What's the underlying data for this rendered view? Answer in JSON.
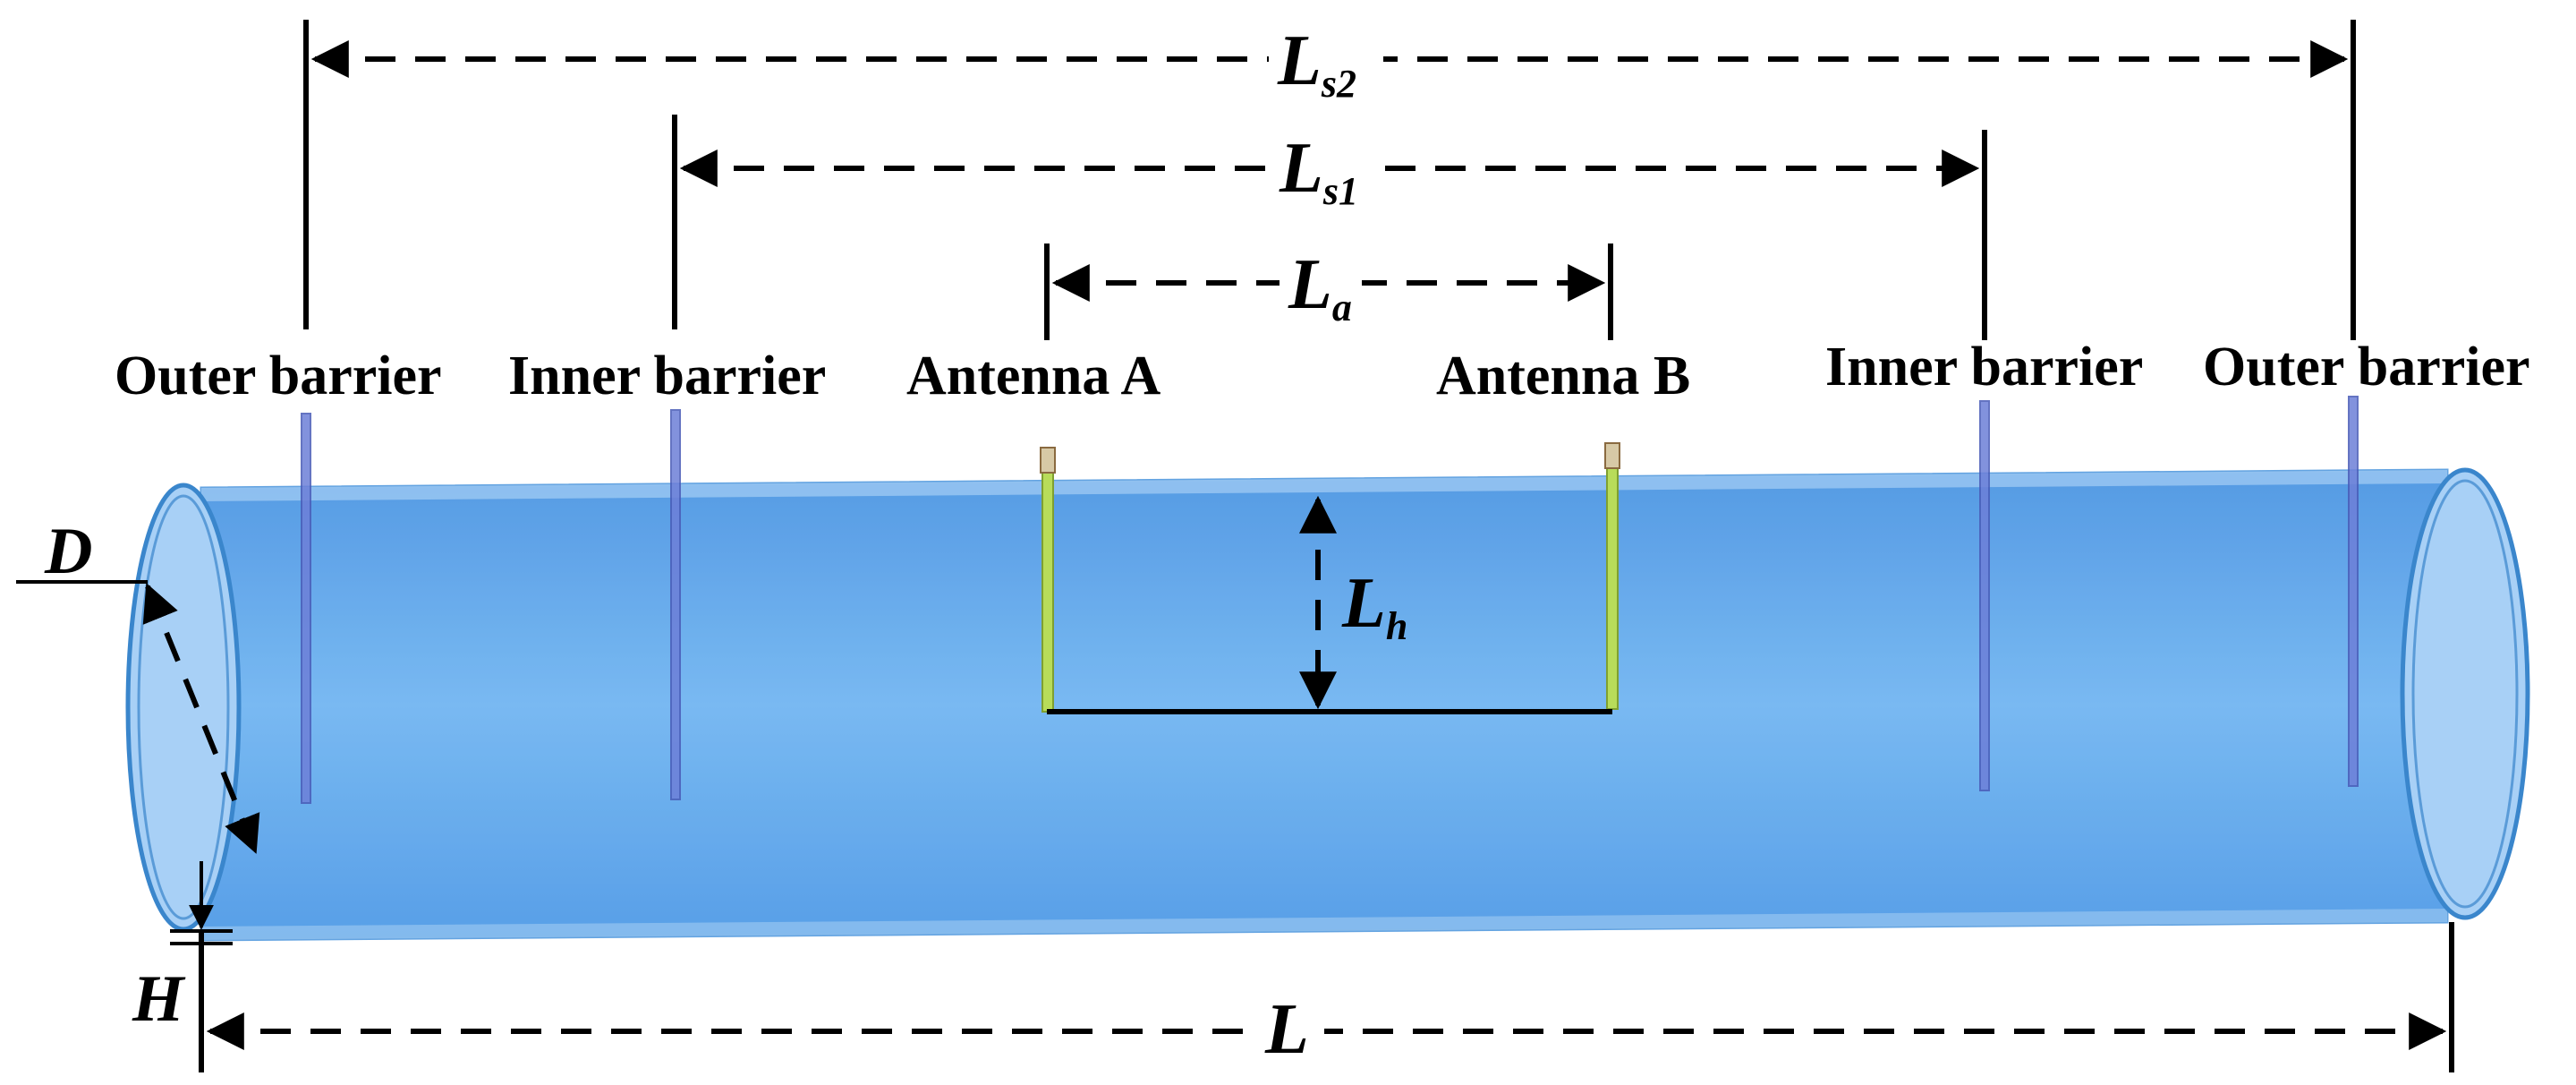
{
  "labels": {
    "outer_barrier_left": "Outer barrier",
    "inner_barrier_left": "Inner barrier",
    "antenna_a": "Antenna A",
    "antenna_b": "Antenna B",
    "inner_barrier_right": "Inner barrier",
    "outer_barrier_right": "Outer barrier"
  },
  "dimensions": {
    "ls2": {
      "main": "L",
      "sub": "s2"
    },
    "ls1": {
      "main": "L",
      "sub": "s1"
    },
    "la": {
      "main": "L",
      "sub": "a"
    },
    "lh": {
      "main": "L",
      "sub": "h"
    },
    "d": "D",
    "h": "H",
    "l": "L"
  },
  "colors": {
    "pipe_fill": "#5fa6ec",
    "pipe_edge": "#3a86cc",
    "barrier": "#6d7fd8",
    "antenna": "#b8dc5a"
  }
}
